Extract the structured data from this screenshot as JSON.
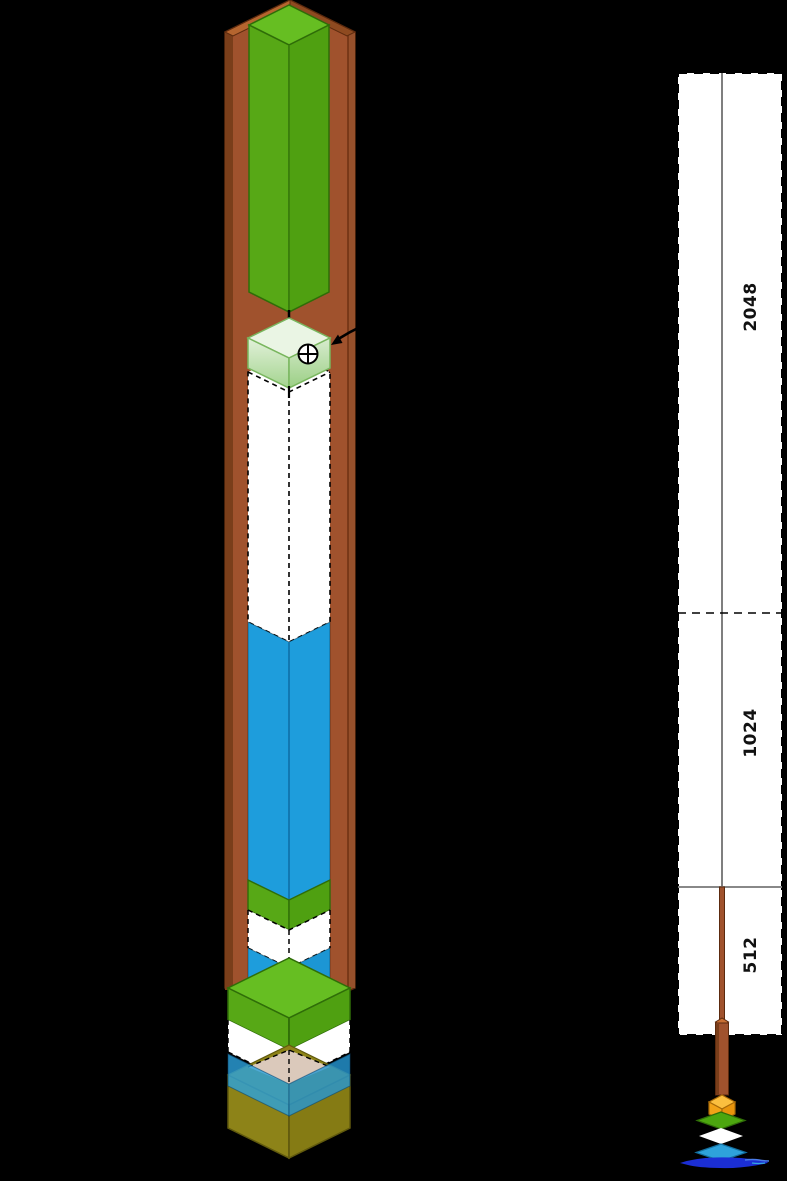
{
  "scale_bar": {
    "sections": [
      {
        "label": "2048"
      },
      {
        "label": "1024"
      },
      {
        "label": "512"
      }
    ]
  },
  "colors": {
    "background": "#000000",
    "dirt_brown": "#A0522D",
    "dirt_brown_dark": "#7A3E1A",
    "grass_green": "#55A316",
    "grass_green_top": "#66BE22",
    "water_blue": "#1E9DDC",
    "air_white": "#FFFFFF",
    "spawn_cube_green": "#C9E7BD",
    "bedrock_olive": "#8D8318",
    "bedrock_top_tan": "#DBC9BB",
    "marker_cube_orange": "#F2A318",
    "marker_diamond_green": "#4CA60F",
    "marker_diamond_white": "#FFFFFF",
    "marker_diamond_cyan": "#2EA2DB",
    "splat_dark_blue": "#1B2ED4"
  },
  "icons": [
    {
      "name": "crosshair-icon"
    },
    {
      "name": "pointer-arrow"
    }
  ]
}
